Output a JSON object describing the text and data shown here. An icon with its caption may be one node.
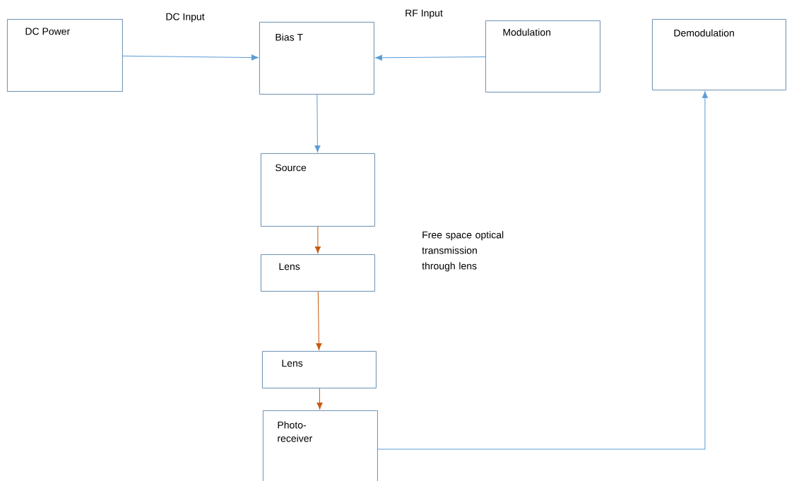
{
  "diagram": {
    "nodes": [
      {
        "text": [
          "DC Power"
        ]
      },
      {
        "text": [
          "Bias T"
        ]
      },
      {
        "text": [
          "Modulation"
        ]
      },
      {
        "text": [
          "Demodulation"
        ]
      },
      {
        "text": [
          "Source"
        ]
      },
      {
        "text": [
          "Lens"
        ]
      },
      {
        "text": [
          "Lens"
        ]
      },
      {
        "text": [
          "Photo-receiver"
        ]
      }
    ],
    "edges": [
      {
        "from": 0,
        "to": 1,
        "arrow": "to",
        "label": "DC Input"
      },
      {
        "from": 2,
        "to": 1,
        "arrow": "to",
        "label": "RF Input"
      },
      {
        "from": 1,
        "to": 4,
        "arrow": "to"
      },
      {
        "from": 4,
        "to": 5,
        "arrow": "to",
        "color": "#c55a11"
      },
      {
        "from": 5,
        "to": 6,
        "arrow": "to",
        "color": "#c55a11"
      },
      {
        "from": 6,
        "to": 7,
        "arrow": "to",
        "color": "#c55a11"
      },
      {
        "from": 7,
        "to": 3,
        "arrow": "to"
      }
    ],
    "labels": [
      "Free space optical transmission through lens"
    ]
  }
}
